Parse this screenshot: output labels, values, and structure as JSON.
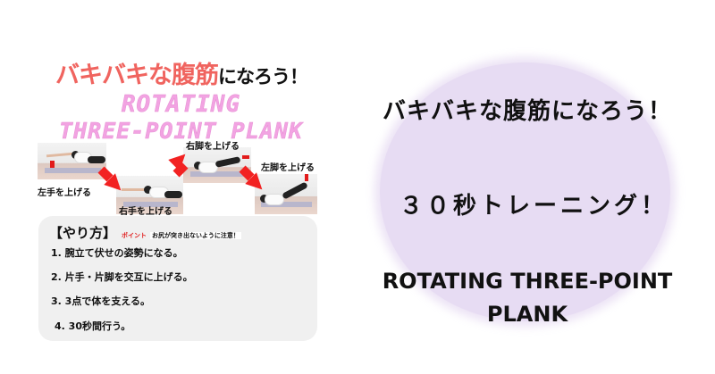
{
  "thumbnail": {
    "title_red": "バキバキな腹筋",
    "title_dark": "になろう！",
    "pink_line_1": "ROTATING",
    "pink_line_2": "THREE-POINT PLANK",
    "photos": [
      {
        "label": "左手を上げる"
      },
      {
        "label": "右手を上げる"
      },
      {
        "label": "右脚を上げる"
      },
      {
        "label": "左脚を上げる"
      }
    ],
    "instructions": {
      "title": "【やり方】",
      "point_label": "ポイント",
      "point_note": "お尻が突き出ないように注意！",
      "steps": [
        "1. 腕立て伏せの姿勢になる。",
        "2. 片手・片脚を交互に上げる。",
        "3. 3点で体を支える。",
        "4. 30秒間行う。"
      ]
    },
    "colors": {
      "title_red": "#f0645f",
      "pink": "#f2a3e2",
      "arrow_red": "#f22222",
      "box_gray": "#f0f0f0"
    }
  },
  "headline": {
    "line_1": "バキバキな腹筋になろう！",
    "line_2": "３０秒トレーニング！",
    "line_3": "ROTATING THREE-POINT",
    "line_4": "PLANK"
  },
  "colors": {
    "circle": "#e7dcf3",
    "background": "#ffffff",
    "text": "#111111"
  }
}
